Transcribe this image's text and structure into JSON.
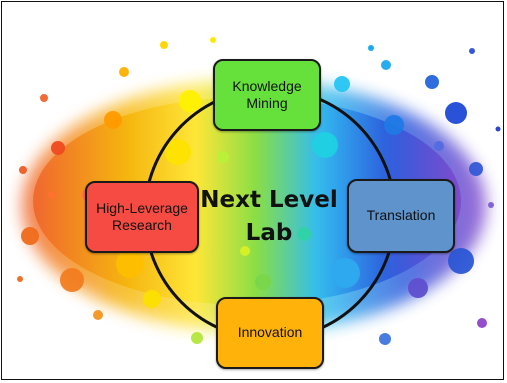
{
  "diagram": {
    "center_label": "Next Level\nLab",
    "nodes": {
      "top": {
        "label": "Knowledge\nMining",
        "color": "#66e13b"
      },
      "left": {
        "label": "High-Leverage\nResearch",
        "color": "#f64b43"
      },
      "right": {
        "label": "Translation",
        "color": "#5e93cc"
      },
      "bottom": {
        "label": "Innovation",
        "color": "#ffb20a"
      }
    },
    "ring_color": "#111111",
    "background_gradient": [
      "#f04e23",
      "#ffcc00",
      "#7ed957",
      "#1da1f2",
      "#1b4ecf",
      "#7b3ec7"
    ]
  }
}
